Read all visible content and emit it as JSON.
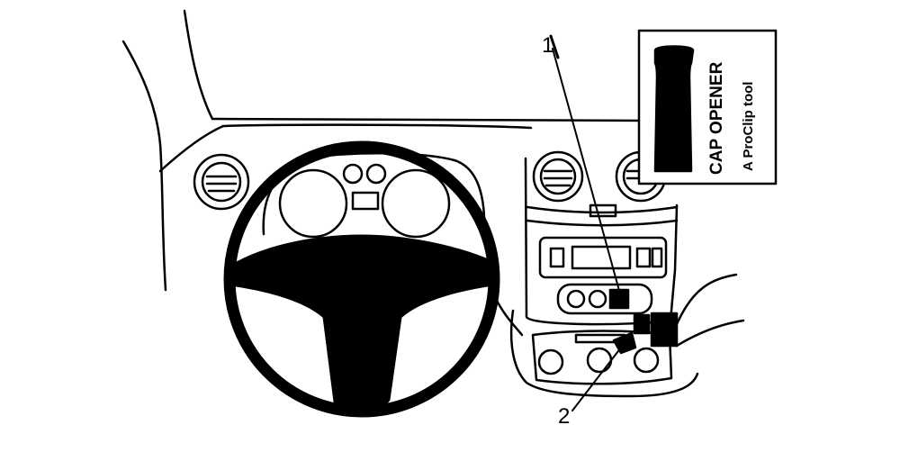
{
  "callouts": {
    "label_1": "1",
    "label_2": "2"
  },
  "tool_box": {
    "title": "CAP OPENER",
    "subtitle": "A ProClip tool"
  },
  "colors": {
    "ink": "#000000",
    "paper": "#ffffff"
  }
}
